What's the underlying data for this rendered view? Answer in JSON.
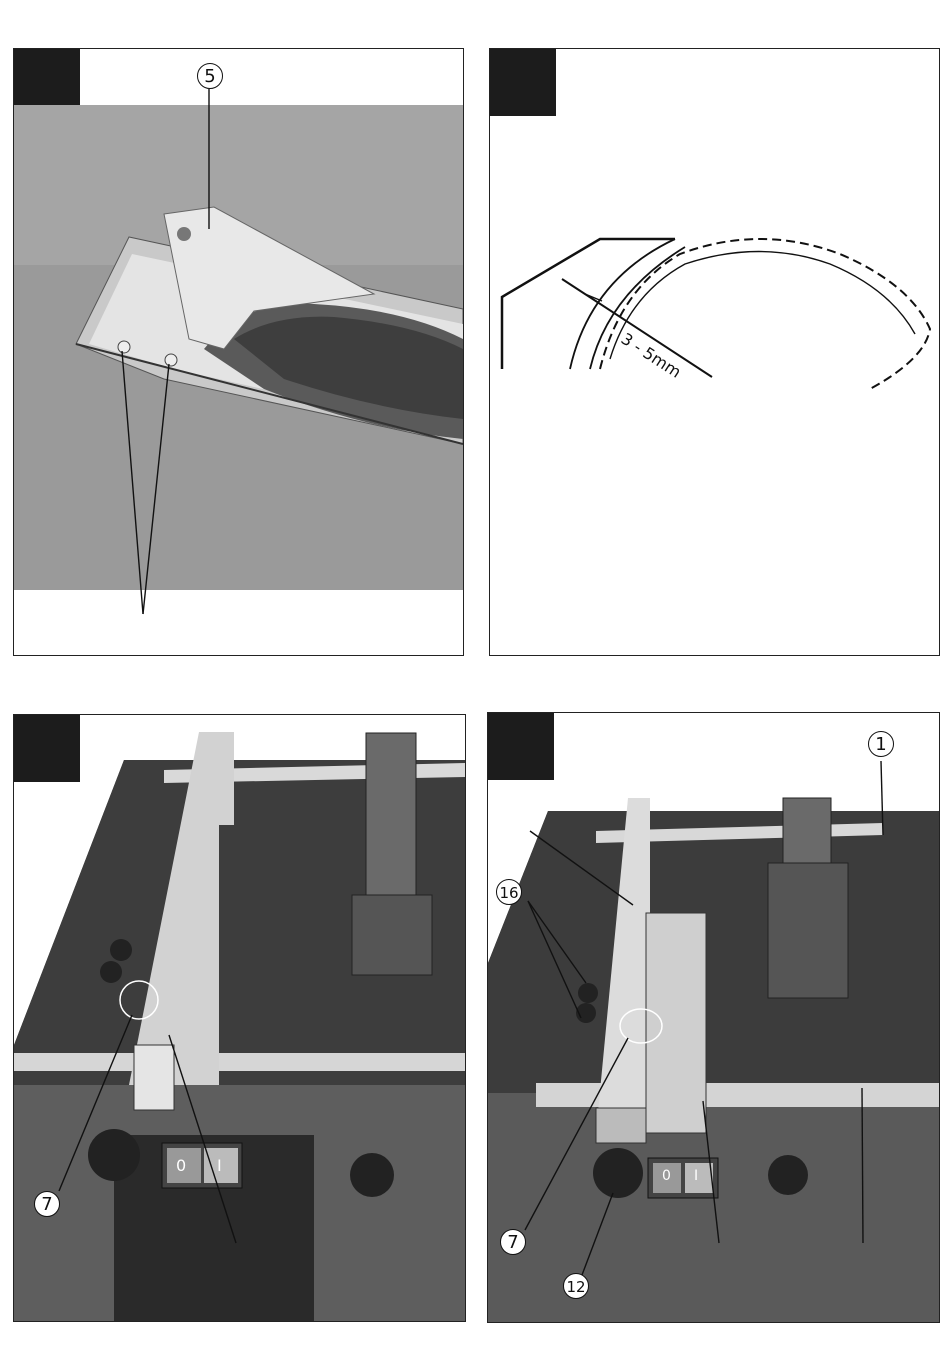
{
  "figures": [
    {
      "callouts": [
        "5"
      ]
    },
    {
      "dimension_label": "3 - 5mm"
    },
    {
      "callouts": [
        "7"
      ]
    },
    {
      "callouts": [
        "1",
        "16",
        "7",
        "12"
      ]
    }
  ],
  "switch_labels": [
    "0",
    "I"
  ],
  "colors": {
    "table_top": "#3a3a3a",
    "photo_bg": "#8f8f8f",
    "fence": "#d4d4d4",
    "badge": "#1c1c1c"
  }
}
